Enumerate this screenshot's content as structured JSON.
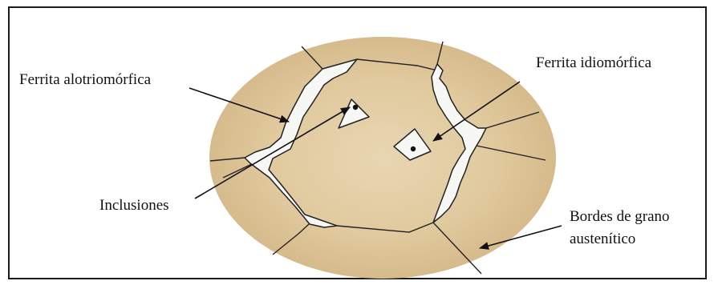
{
  "labels": {
    "ferrita_alotriomorfica": "Ferrita alotriomórfica",
    "ferrita_idiomorfica": "Ferrita idiomórfica",
    "inclusiones": "Inclusiones",
    "bordes_line1": "Bordes de grano",
    "bordes_line2": "austenítico"
  },
  "colors": {
    "grain_fill": "#e3cfa6",
    "grain_shade": "#d4b988",
    "ferrite_fill": "#f7f7f5",
    "outline": "#222222"
  }
}
